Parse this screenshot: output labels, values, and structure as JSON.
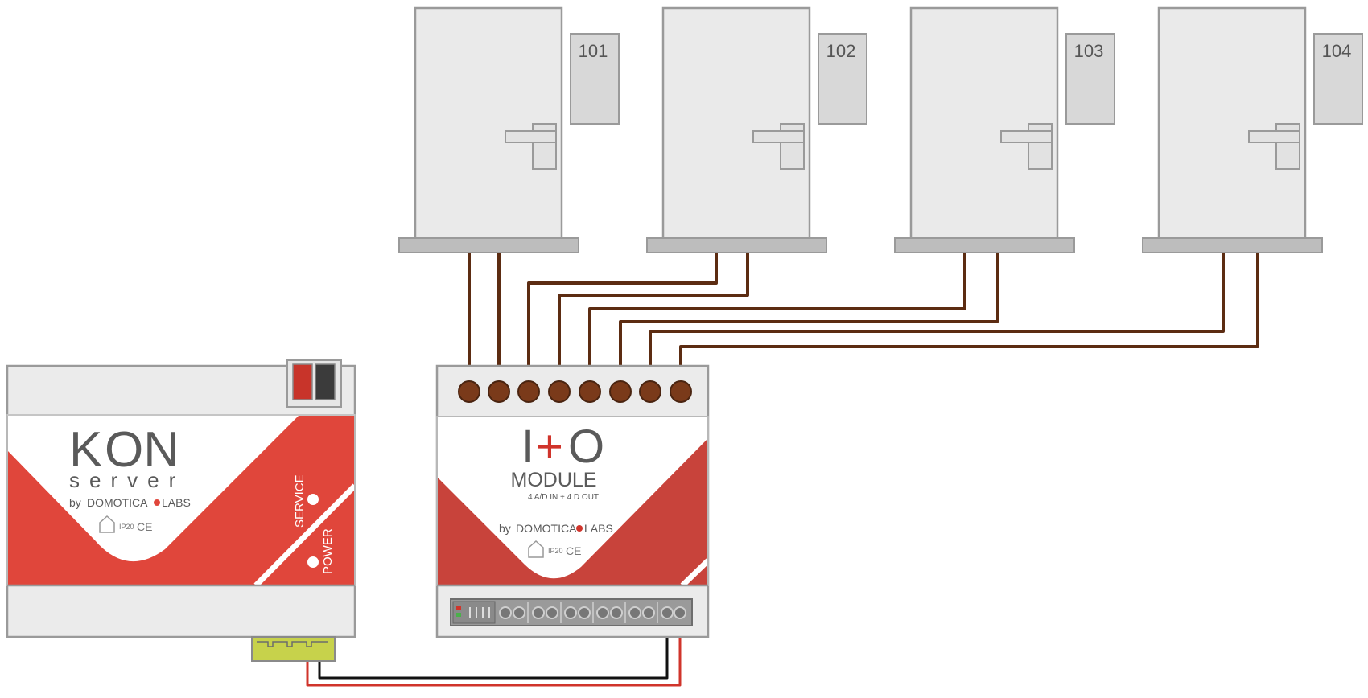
{
  "doors": [
    {
      "label": "101"
    },
    {
      "label": "102"
    },
    {
      "label": "103"
    },
    {
      "label": "104"
    }
  ],
  "kon_server": {
    "logo_main": "K",
    "logo_rest": "ON",
    "subtitle": "server",
    "by": "by",
    "brand_left": "DOMOTICA",
    "brand_right": "LABS",
    "ip_rating": "IP20",
    "ce": "CE",
    "service_label": "SERVICE",
    "power_label": "POWER"
  },
  "io_module": {
    "logo_left": "I",
    "logo_plus": "+",
    "logo_right": "O",
    "title": "MODULE",
    "spec": "4 A/D IN + 4 D OUT",
    "by": "by",
    "brand_left": "DOMOTICA",
    "brand_right": "LABS",
    "ip_rating": "IP20",
    "ce": "CE"
  },
  "colors": {
    "device_red": "#e0463b",
    "io_red": "#c8433b",
    "device_gray": "#ebebeb",
    "door_fill": "#eaeaea",
    "wire_brown": "#5c2c12",
    "terminal_brown": "#7a3a1a",
    "connector_green": "#c7d24b",
    "bus_red": "#d0342b",
    "bus_black": "#111111"
  }
}
